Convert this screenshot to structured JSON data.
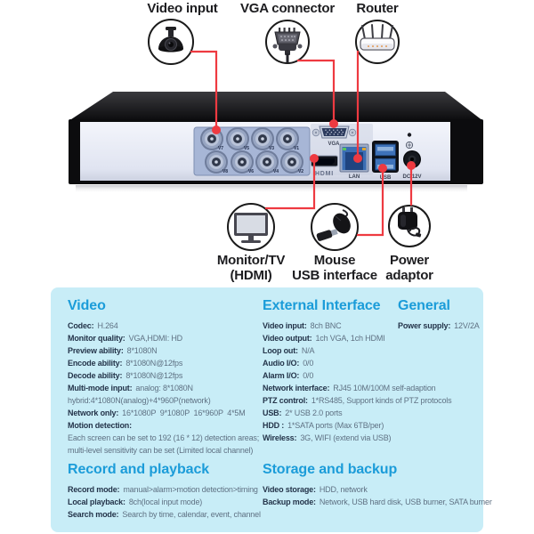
{
  "colors": {
    "accent_red": "#ee3a41",
    "heading_blue": "#1b9cd9",
    "panel_cyan": "#c8edf7"
  },
  "diagram": {
    "top_callouts": [
      {
        "label": "Video input",
        "icon": "dome-camera-icon"
      },
      {
        "label": "VGA connector",
        "icon": "vga-plug-icon"
      },
      {
        "label": "Router",
        "icon": "router-icon"
      }
    ],
    "bottom_callouts": [
      {
        "line1": "Monitor/TV",
        "line2": "(HDMI)",
        "icon": "monitor-icon"
      },
      {
        "line1": "Mouse",
        "line2": "USB interface",
        "icon": "mouse-icon"
      },
      {
        "line1": "Power",
        "line2": "adaptor",
        "icon": "power-adaptor-icon"
      }
    ],
    "device_labels": {
      "vga": "VGA",
      "hdmi": "HDMI",
      "lan": "LAN",
      "usb": "USB",
      "dc": "DC 12V"
    },
    "bnc_labels": {
      "row1": [
        "V7",
        "V5",
        "V3",
        "V1"
      ],
      "row2": [
        "V8",
        "V6",
        "V4",
        "V2"
      ]
    }
  },
  "specs": {
    "sections": [
      {
        "title": "Video",
        "rows": [
          {
            "k": "Codec:",
            "v": "H.264"
          },
          {
            "k": "Monitor quality:",
            "v": "VGA,HDMI: HD"
          },
          {
            "k": "Preview ability:",
            "v": "8*1080N"
          },
          {
            "k": "Encode ability:",
            "v": "8*1080N@12fps"
          },
          {
            "k": "Decode ability:",
            "v": "8*1080N@12fps"
          },
          {
            "k": "Multi-mode input:",
            "v": "analog: 8*1080N"
          },
          {
            "k": "",
            "v": "hybrid:4*1080N(analog)+4*960P(network)"
          },
          {
            "k": "Network only:",
            "v": "16*1080P  9*1080P  16*960P  4*5M"
          },
          {
            "k": "Motion detection:",
            "v": ""
          },
          {
            "k": "",
            "v": "Each screen can be set to 192 (16 * 12) detection areas;"
          },
          {
            "k": "",
            "v": "multi-level sensitivity can be set (Limited local channel)"
          }
        ]
      },
      {
        "title": "External Interface",
        "rows": [
          {
            "k": "Video input:",
            "v": "8ch BNC"
          },
          {
            "k": "Video output:",
            "v": "1ch VGA, 1ch HDMI"
          },
          {
            "k": "Loop out:",
            "v": "N/A"
          },
          {
            "k": "Audio I/O:",
            "v": "0/0"
          },
          {
            "k": "Alarm I/O:",
            "v": "0/0"
          },
          {
            "k": "Network interface:",
            "v": "RJ45 10M/100M self-adaption"
          },
          {
            "k": "PTZ control:",
            "v": "1*RS485, Support kinds of PTZ protocols"
          },
          {
            "k": "USB:",
            "v": "2* USB 2.0 ports"
          },
          {
            "k": "HDD :",
            "v": "1*SATA ports (Max 6TB/per)"
          },
          {
            "k": "Wireless:",
            "v": "3G, WIFI (extend via USB)"
          }
        ]
      },
      {
        "title": "General",
        "rows": [
          {
            "k": "Power supply:",
            "v": "12V/2A"
          }
        ]
      },
      {
        "title": "Record and playback",
        "rows": [
          {
            "k": "Record mode:",
            "v": "manual>alarm>motion detection>timing"
          },
          {
            "k": "Local playback:",
            "v": "8ch(local input mode)"
          },
          {
            "k": "Search mode:",
            "v": "Search by time, calendar, event, channel"
          }
        ]
      },
      {
        "title": "Storage and backup",
        "rows": [
          {
            "k": "Video storage:",
            "v": "HDD, network"
          },
          {
            "k": "Backup mode:",
            "v": "Network, USB hard disk, USB burner, SATA burner"
          }
        ]
      }
    ]
  }
}
